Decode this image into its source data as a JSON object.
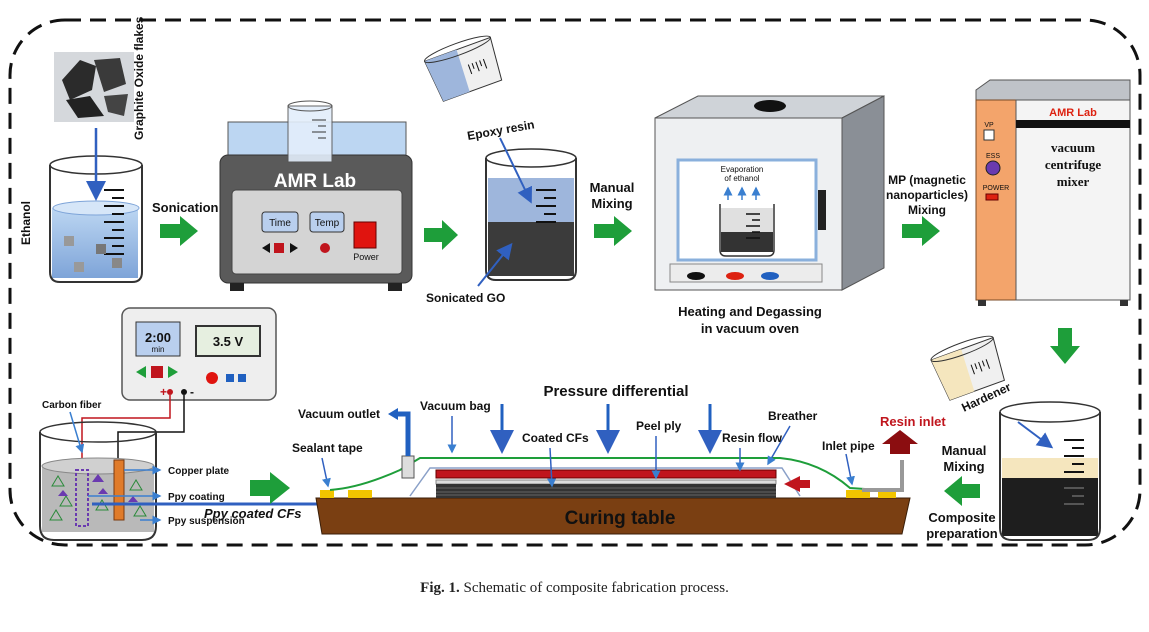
{
  "figure": {
    "caption_label": "Fig. 1.",
    "caption_text": "Schematic of composite fabrication process."
  },
  "steps": {
    "graphite": "Graphite Oxide flakes",
    "ethanol": "Ethanol",
    "sonication": "Sonication",
    "sonicator_brand": "AMR Lab",
    "time_btn": "Time",
    "temp_btn": "Temp",
    "power_lbl": "Power",
    "epoxy": "Epoxy resin",
    "manual_mixing_1": "Manual",
    "manual_mixing_2": "Mixing",
    "sonicated_go": "Sonicated GO",
    "evap_1": "Evaporation",
    "evap_2": "of ethanol",
    "oven_1": "Heating and Degassing",
    "oven_2": "in vacuum oven",
    "mp_1": "MP (magnetic",
    "mp_2": "nanoparticles)",
    "mp_3": "Mixing",
    "mixer_brand": "AMR Lab",
    "vp": "VP",
    "ess": "ESS",
    "power": "POWER",
    "mixer_1": "vacuum",
    "mixer_2": "centrifuge",
    "mixer_3": "mixer",
    "hardener": "Hardener",
    "manual2_1": "Manual",
    "manual2_2": "Mixing",
    "comp_1": "Composite",
    "comp_2": "preparation"
  },
  "setup": {
    "timer": "2:00",
    "timer_unit": "min",
    "voltage": "3.5 V",
    "carbon_fiber": "Carbon fiber",
    "copper_plate": "Copper plate",
    "ppy_coating": "Ppy coating",
    "ppy_suspension": "Ppy suspension",
    "ppy_coated": "Ppy coated CFs",
    "vacuum_outlet": "Vacuum outlet",
    "vacuum_bag": "Vacuum bag",
    "pressure": "Pressure differential",
    "sealant": "Sealant tape",
    "coated_cfs": "Coated CFs",
    "peel_ply": "Peel ply",
    "breather": "Breather",
    "resin_flow": "Resin flow",
    "resin_inlet": "Resin inlet",
    "inlet_pipe": "Inlet pipe",
    "curing_table": "Curing table"
  },
  "colors": {
    "arrow_green": "#1e9e3a",
    "blue_arrow": "#3060c0",
    "red": "#c0151d",
    "table_brown": "#7a3f12",
    "mixer_orange": "#f3a46b"
  }
}
